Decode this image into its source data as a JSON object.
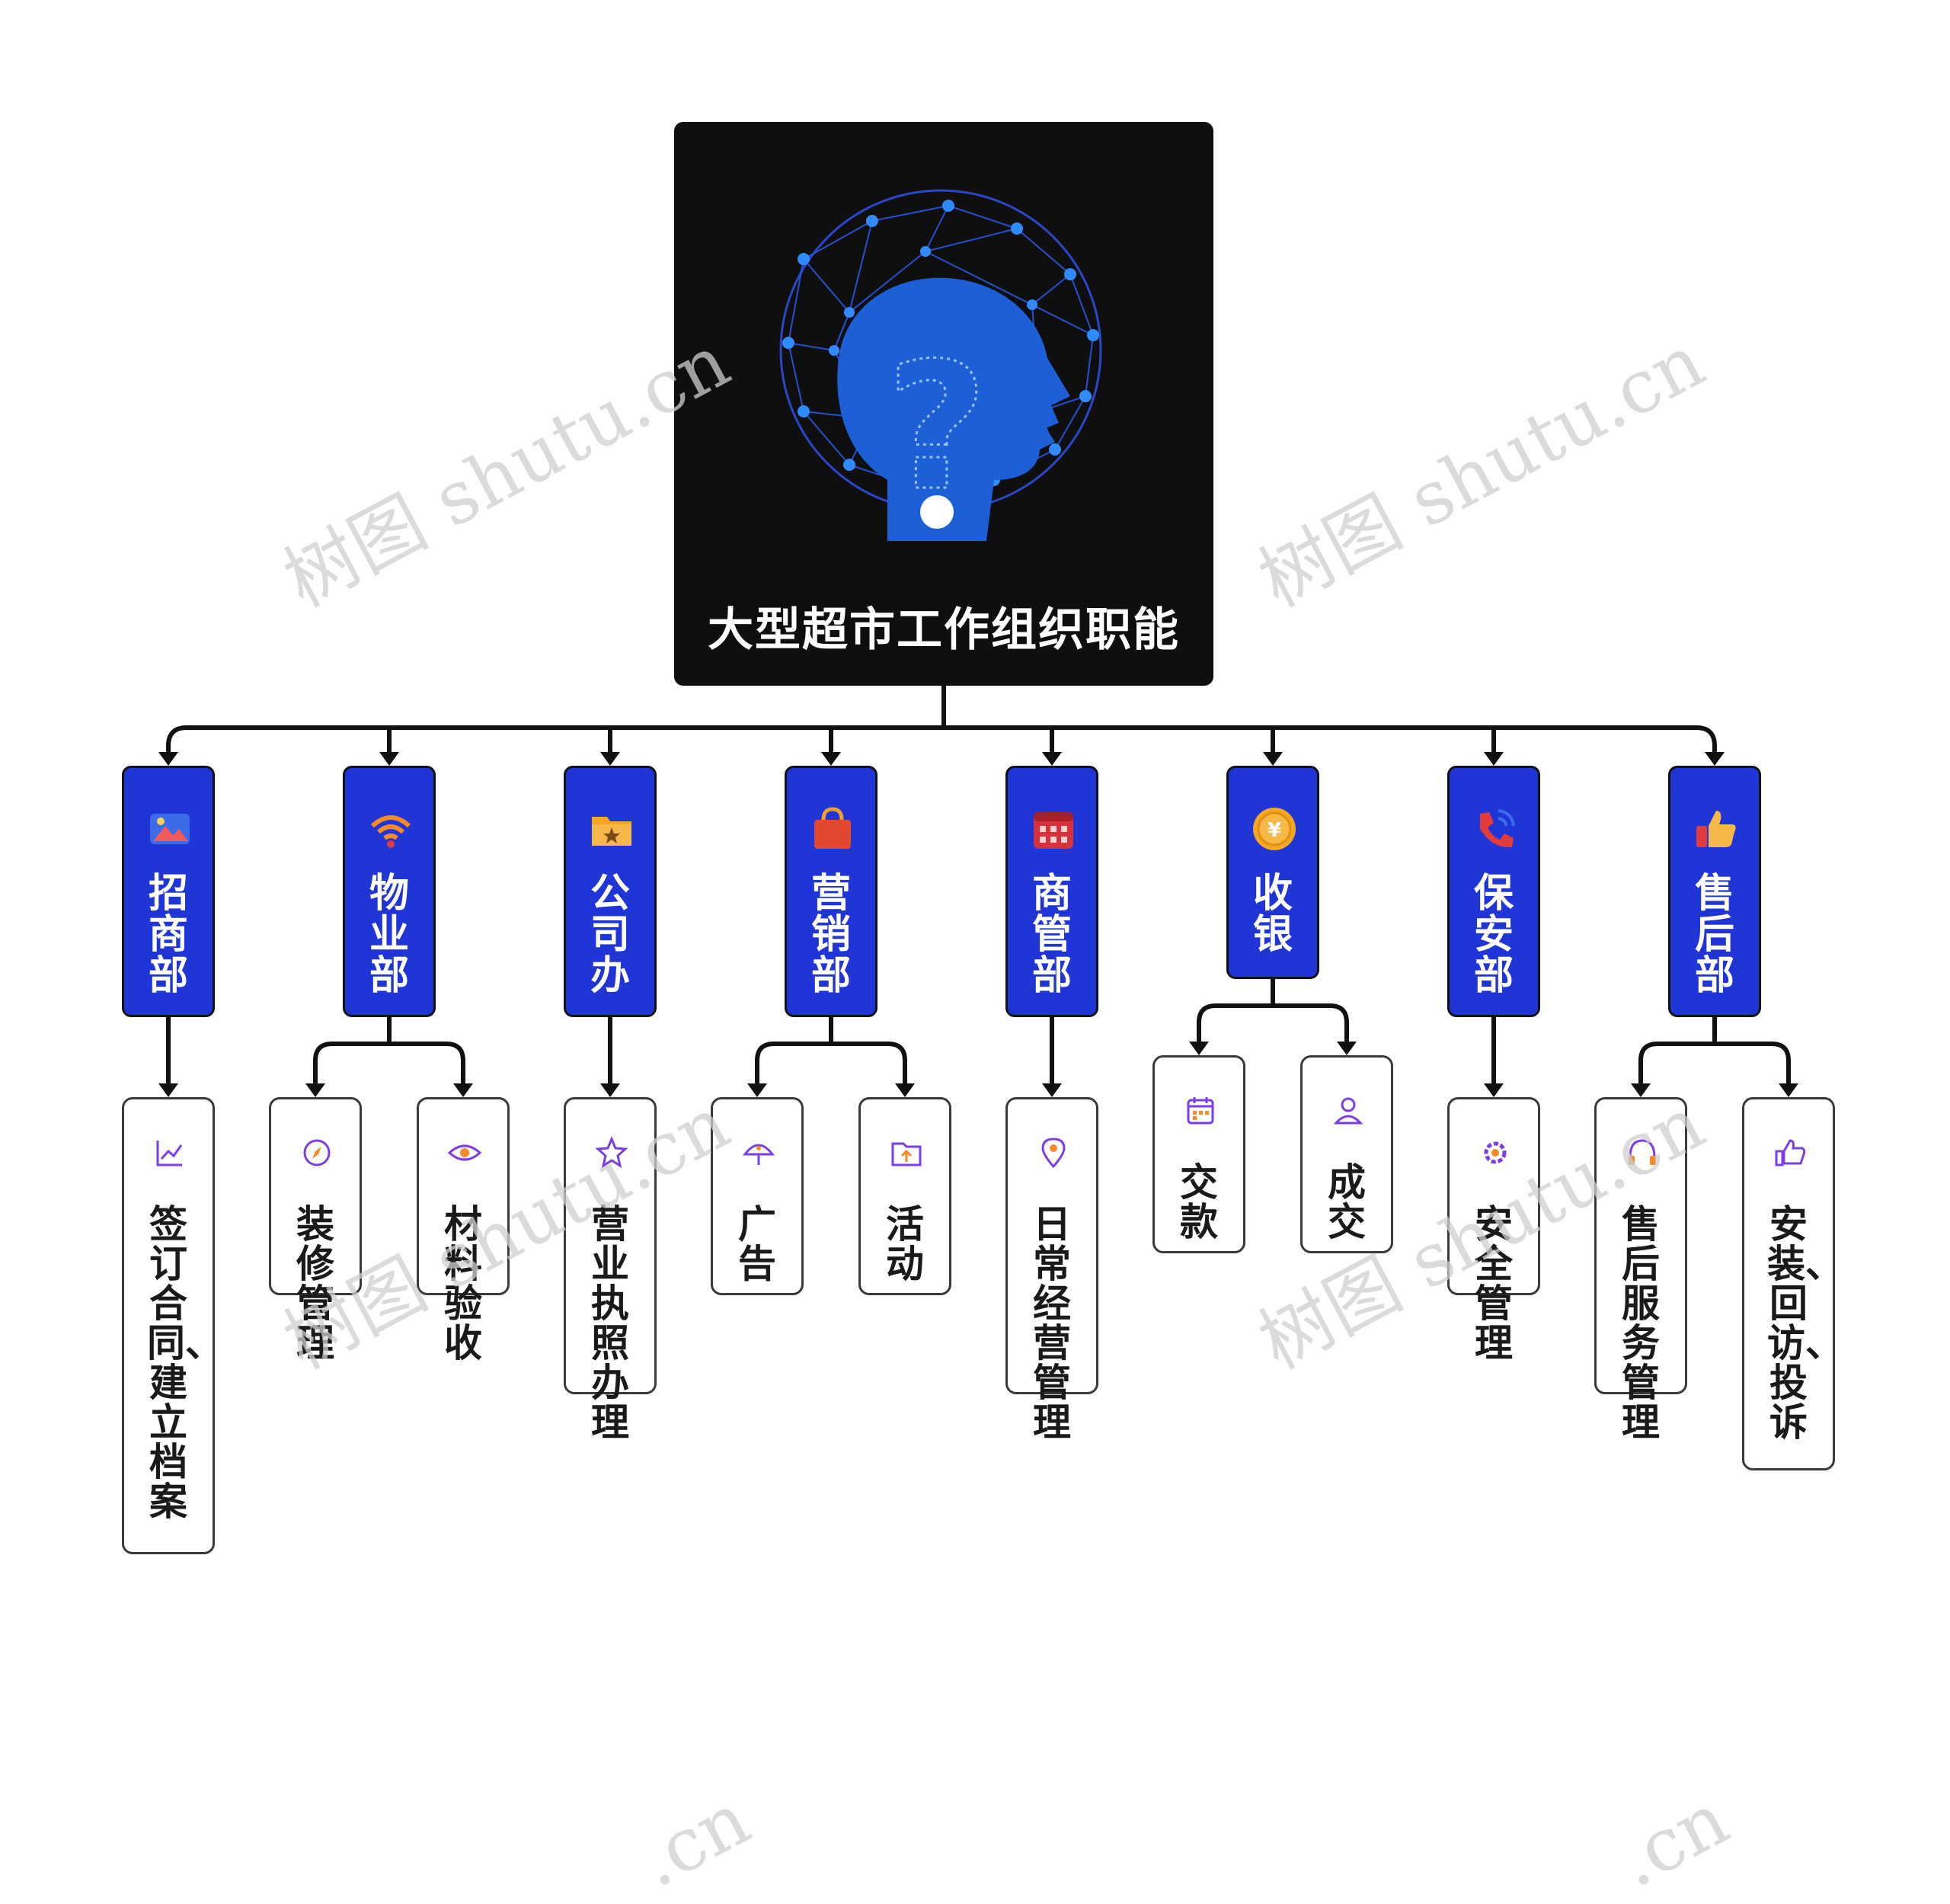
{
  "root": {
    "title": "大型超市工作组织职能"
  },
  "departments": [
    {
      "label": "招商部",
      "icon": "landscape-image-icon",
      "children": [
        {
          "label": "签订合同、建立档案",
          "icon": "line-chart-icon"
        }
      ]
    },
    {
      "label": "物业部",
      "icon": "wifi-signal-icon",
      "children": [
        {
          "label": "装修管理",
          "icon": "compass-icon"
        },
        {
          "label": "材料验收",
          "icon": "eye-icon"
        }
      ]
    },
    {
      "label": "公司办",
      "icon": "folder-star-icon",
      "children": [
        {
          "label": "营业执照办理",
          "icon": "star-icon"
        }
      ]
    },
    {
      "label": "营销部",
      "icon": "shopping-bag-icon",
      "children": [
        {
          "label": "广告",
          "icon": "umbrella-icon"
        },
        {
          "label": "活动",
          "icon": "folder-upload-icon"
        }
      ]
    },
    {
      "label": "商管部",
      "icon": "calendar-icon",
      "children": [
        {
          "label": "日常经营管理",
          "icon": "map-pin-icon"
        }
      ]
    },
    {
      "label": "收银",
      "icon": "yen-coin-icon",
      "children": [
        {
          "label": "交款",
          "icon": "calendar-small-icon"
        },
        {
          "label": "成交",
          "icon": "user-icon"
        }
      ]
    },
    {
      "label": "保安部",
      "icon": "phone-icon",
      "children": [
        {
          "label": "安全管理",
          "icon": "gear-icon"
        }
      ]
    },
    {
      "label": "售后部",
      "icon": "thumbs-up-icon",
      "children": [
        {
          "label": "售后服务管理",
          "icon": "headphones-icon"
        },
        {
          "label": "安装、回访、投诉",
          "icon": "thumbs-up-small-icon"
        }
      ]
    }
  ],
  "watermarks": [
    "树图 shutu.cn",
    "树图 shutu.cn",
    "树图 shutu.cn",
    "树图 shutu.cn",
    ".cn",
    ".cn"
  ],
  "colors": {
    "dept_fill": "#2035d6",
    "root_fill": "#0f0f10",
    "connector": "#111111",
    "icon_accent": "#7b3fe4"
  }
}
